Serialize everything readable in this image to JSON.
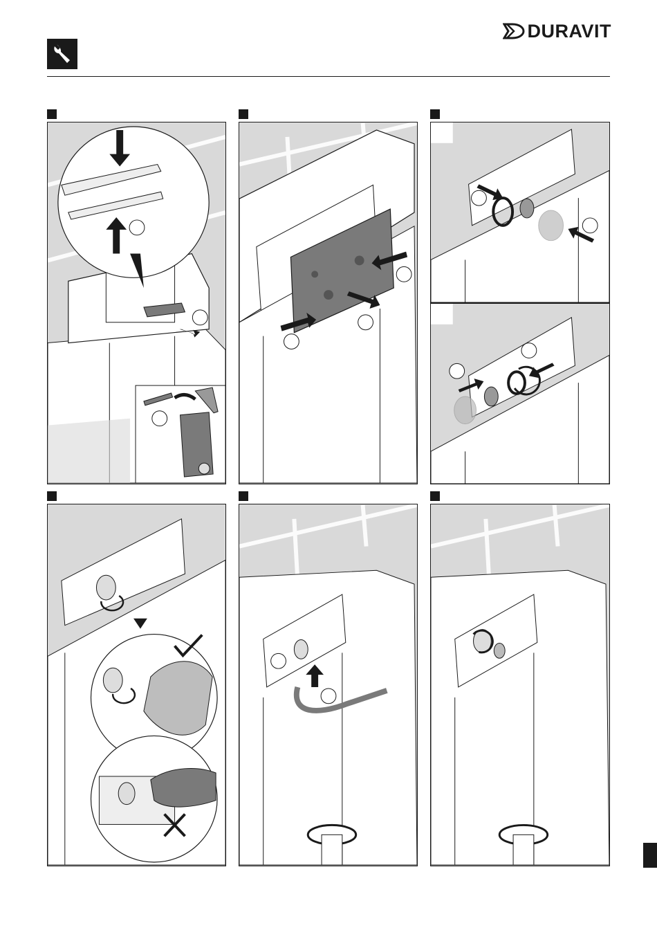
{
  "header": {
    "brand_name": "DURAVIT",
    "tool_icon": "wrench-icon"
  },
  "steps": [
    {
      "id": "step-1",
      "icons": [
        "arrow-down-icon",
        "arrow-up-icon",
        "arrow-right-icon",
        "trash-bin-icon"
      ]
    },
    {
      "id": "step-2",
      "icons": [
        "arrow-left-icon",
        "arrow-right-icon"
      ]
    },
    {
      "id": "step-3a",
      "icons": [
        "arrow-right-icon",
        "arrow-left-icon"
      ]
    },
    {
      "id": "step-3b",
      "icons": [
        "arrow-right-icon",
        "arrow-left-icon",
        "rotate-icon"
      ]
    },
    {
      "id": "step-4",
      "icons": [
        "rotate-icon",
        "checkmark-icon",
        "hand-icon",
        "wrench-icon",
        "cross-icon"
      ]
    },
    {
      "id": "step-5",
      "icons": [
        "arrow-up-icon",
        "hose-icon"
      ]
    },
    {
      "id": "step-6",
      "icons": [
        "rotate-icon"
      ]
    }
  ],
  "colors": {
    "ink": "#1a1a1a",
    "wall": "#d9d9d9",
    "panel_grey": "#7a7a7a",
    "white": "#ffffff"
  }
}
